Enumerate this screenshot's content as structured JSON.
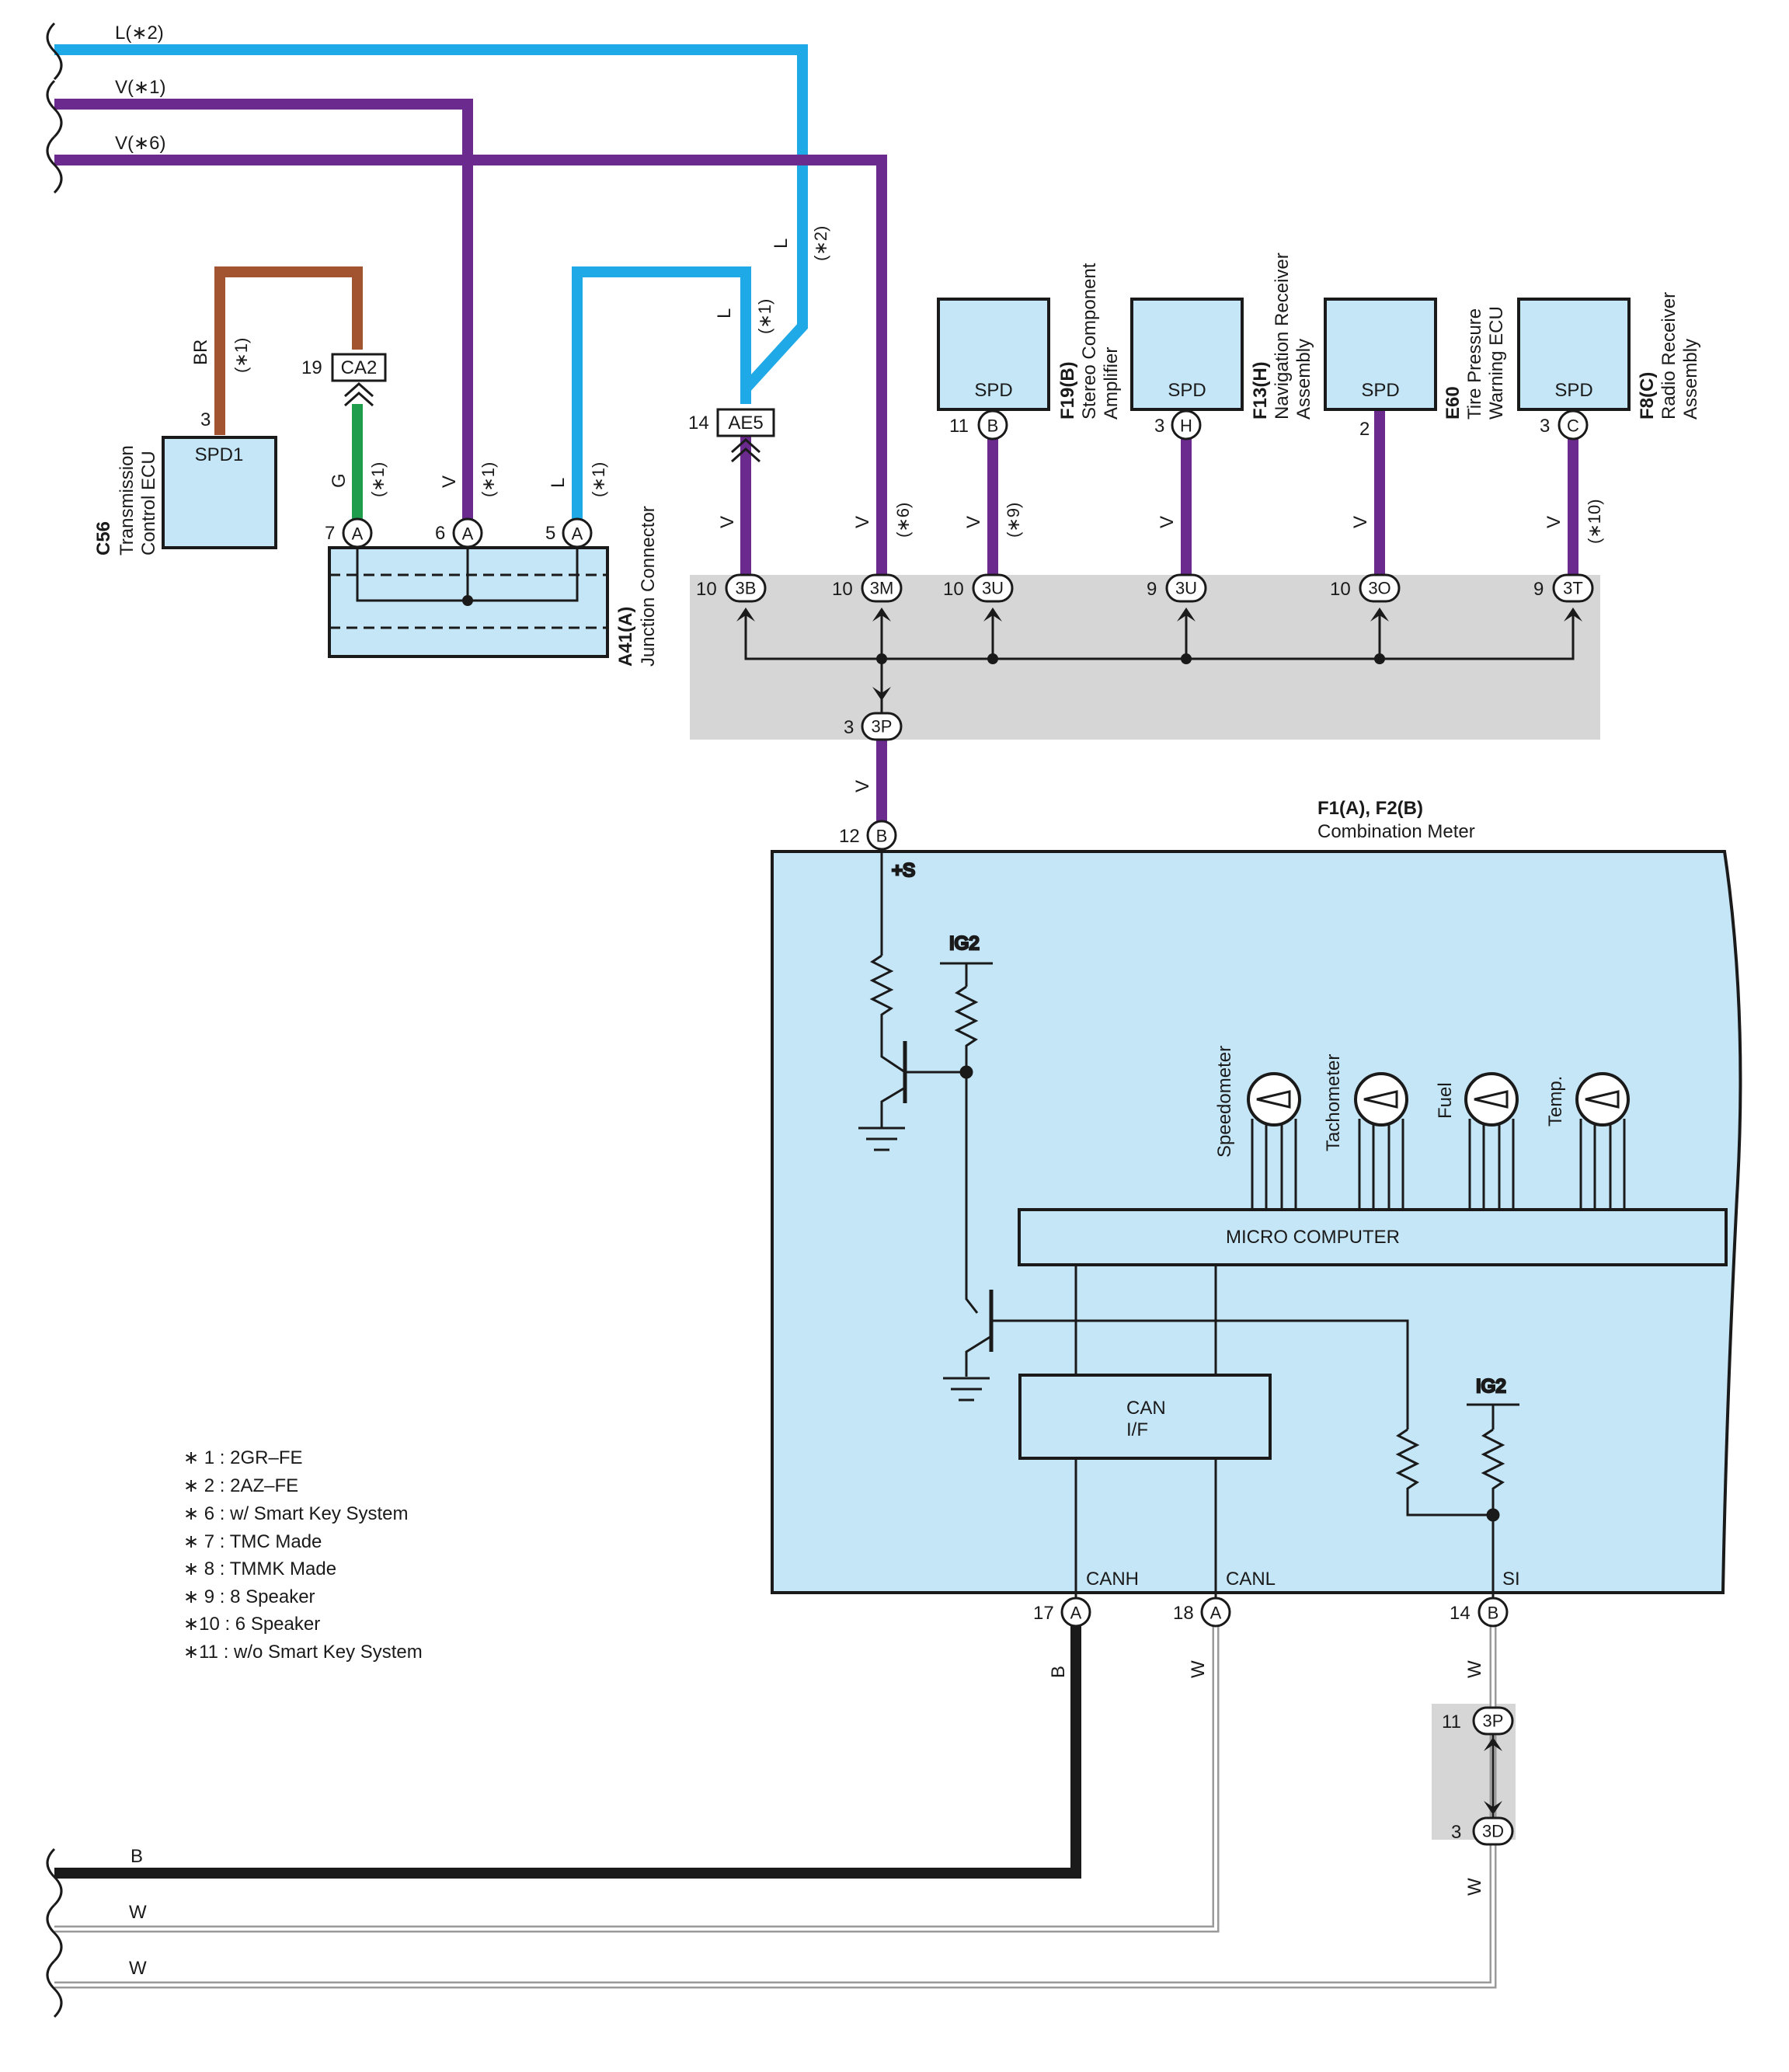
{
  "colors": {
    "blue_wire": "#1fa9e6",
    "violet_wire": "#6a2a8e",
    "brown_wire": "#a2532f",
    "green_wire": "#1f9d4c",
    "black_wire": "#1a1a1a",
    "white_wire": "#9a9a9a",
    "component_fill": "#c5e6f7",
    "junction_fill": "#d6d6d6"
  },
  "wires": {
    "top1": "L(∗2)",
    "top2": "V(∗1)",
    "top3": "V(∗6)",
    "bottom1": "B",
    "bottom2": "W",
    "bottom3": "W",
    "br": "BR",
    "g": "G",
    "v": "V",
    "l": "L",
    "w": "W",
    "b": "B",
    "n1": "(∗1)",
    "n2": "(∗2)",
    "n6": "(∗6)",
    "n9": "(∗9)",
    "n10": "(∗10)"
  },
  "components": {
    "c56": {
      "code": "C56",
      "name1": "Transmission",
      "name2": "Control ECU",
      "inner": "SPD1",
      "pin": "3"
    },
    "ca2": {
      "label": "CA2",
      "pin": "19"
    },
    "ae5": {
      "label": "AE5",
      "pin": "14"
    },
    "a41": {
      "code": "A41(A)",
      "name": "Junction Connector",
      "pins": [
        "7",
        "6",
        "5"
      ],
      "letter": "A"
    },
    "f19": {
      "code": "F19(B)",
      "name1": "Stereo Component",
      "name2": "Amplifier",
      "inner": "SPD",
      "pin": "11",
      "letter": "B"
    },
    "f13": {
      "code": "F13(H)",
      "name1": "Navigation Receiver",
      "name2": "Assembly",
      "inner": "SPD",
      "pin": "3",
      "letter": "H"
    },
    "e60": {
      "code": "E60",
      "name1": "Tire Pressure",
      "name2": "Warning ECU",
      "inner": "SPD",
      "pin": "2"
    },
    "f8": {
      "code": "F8(C)",
      "name1": "Radio Receiver",
      "name2": "Assembly",
      "inner": "SPD",
      "pin": "3",
      "letter": "C"
    },
    "meter": {
      "code": "F1(A), F2(B)",
      "name": "Combination Meter",
      "plus_s": "+S",
      "ig2": "IG2",
      "micro": "MICRO COMPUTER",
      "can1": "CAN",
      "can2": "I/F",
      "canh": "CANH",
      "canl": "CANL",
      "si": "SI",
      "gauges": [
        "Speedometer",
        "Tachometer",
        "Fuel",
        "Temp."
      ],
      "pin_in": "12",
      "pin_in_letter": "B",
      "pin_canh": "17",
      "pin_canh_letter": "A",
      "pin_canl": "18",
      "pin_canl_letter": "A",
      "pin_si": "14",
      "pin_si_letter": "B"
    }
  },
  "junction": {
    "connectors": [
      {
        "pin": "10",
        "label": "3B"
      },
      {
        "pin": "10",
        "label": "3M"
      },
      {
        "pin": "10",
        "label": "3U"
      },
      {
        "pin": "9",
        "label": "3U"
      },
      {
        "pin": "10",
        "label": "3O"
      },
      {
        "pin": "9",
        "label": "3T"
      }
    ],
    "out": {
      "pin": "3",
      "label": "3P"
    },
    "lower_top": {
      "pin": "11",
      "label": "3P"
    },
    "lower_bottom": {
      "pin": "3",
      "label": "3D"
    }
  },
  "legend": [
    "∗ 1 : 2GR–FE",
    "∗ 2 : 2AZ–FE",
    "∗ 6 : w/ Smart Key System",
    "∗ 7 : TMC Made",
    "∗ 8 : TMMK Made",
    "∗ 9 : 8 Speaker",
    "∗10 : 6 Speaker",
    "∗11 : w/o Smart Key System"
  ]
}
